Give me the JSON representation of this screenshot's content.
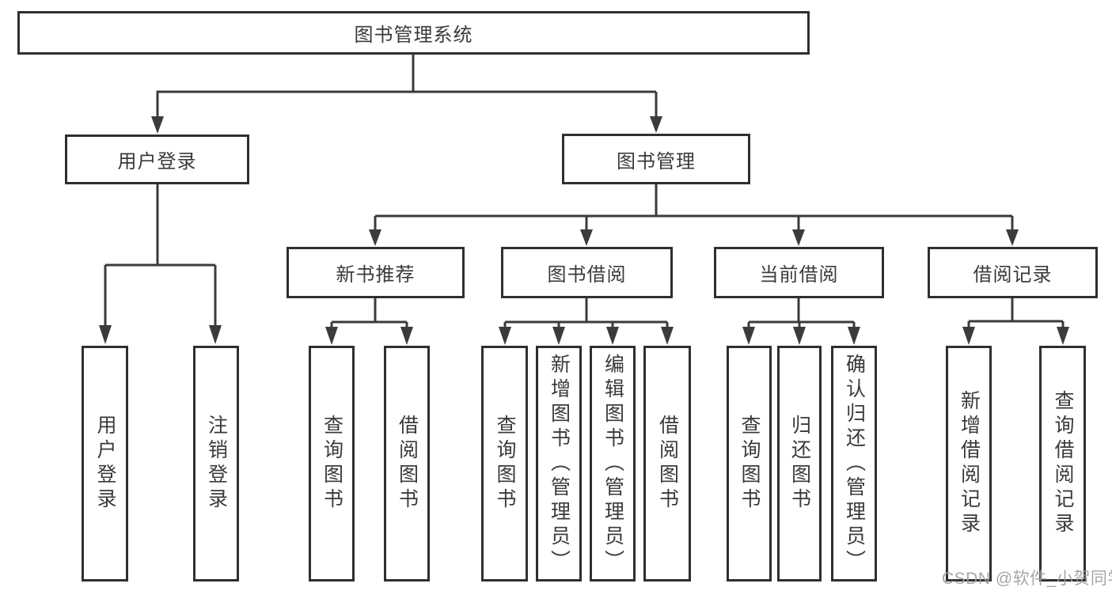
{
  "diagram": {
    "root": {
      "label": "图书管理系统"
    },
    "level2": [
      {
        "label": "用户登录"
      },
      {
        "label": "图书管理"
      }
    ],
    "level3": [
      {
        "label": "新书推荐"
      },
      {
        "label": "图书借阅"
      },
      {
        "label": "当前借阅"
      },
      {
        "label": "借阅记录"
      }
    ],
    "leaves": {
      "user_login": [
        {
          "label": "用户登录"
        },
        {
          "label": "注销登录"
        }
      ],
      "new_book": [
        {
          "label": "查询图书"
        },
        {
          "label": "借阅图书"
        }
      ],
      "book_borrow": [
        {
          "label": "查询图书"
        },
        {
          "label": "新增图书（管理员）"
        },
        {
          "label": "编辑图书（管理员）"
        },
        {
          "label": "借阅图书"
        }
      ],
      "current_borrow": [
        {
          "label": "查询图书"
        },
        {
          "label": "归还图书"
        },
        {
          "label": "确认归还（管理员）"
        }
      ],
      "borrow_record": [
        {
          "label": "新增借阅记录"
        },
        {
          "label": "查询借阅记录"
        }
      ]
    },
    "watermark": "CSDN @软件_小贺同学",
    "colors": {
      "line": "#3b3b3b",
      "box_border": "#2f2f2f",
      "text": "#3a3a3a",
      "watermark": "#9e9e9e",
      "background": "#ffffff"
    }
  }
}
